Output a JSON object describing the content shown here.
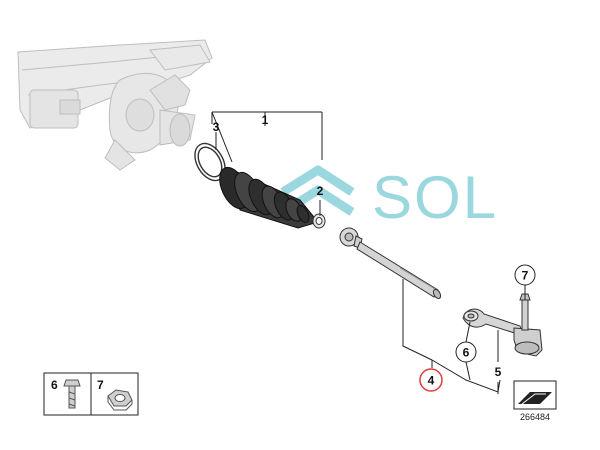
{
  "watermark": {
    "text": "SOL",
    "color": "#9ad7df"
  },
  "callouts": [
    {
      "id": "1",
      "label": "1"
    },
    {
      "id": "2",
      "label": "2"
    },
    {
      "id": "3",
      "label": "3"
    },
    {
      "id": "4",
      "label": "4",
      "highlight": true
    },
    {
      "id": "5",
      "label": "5"
    },
    {
      "id": "6",
      "label": "6"
    },
    {
      "id": "7",
      "label": "7"
    }
  ],
  "legend": [
    {
      "label": "6",
      "icon": "bolt-icon"
    },
    {
      "label": "7",
      "icon": "nut-icon"
    }
  ],
  "reference_number": "266484",
  "colors": {
    "highlight": "#e23b3b",
    "line": "#222222",
    "part_gray": "#bdbdbd"
  }
}
